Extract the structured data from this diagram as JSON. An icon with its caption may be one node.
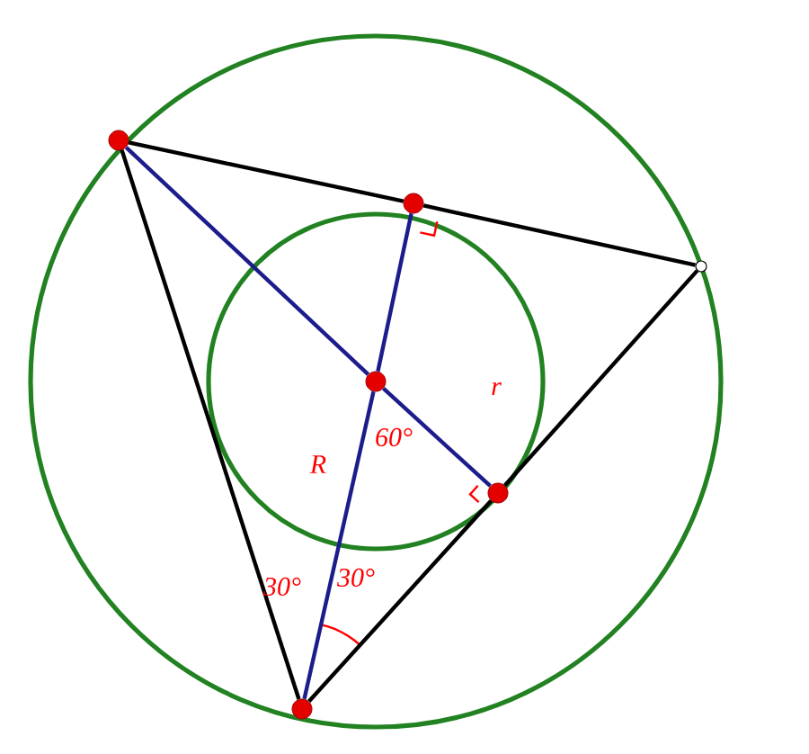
{
  "diagram": {
    "nodes": [
      {
        "text": [],
        "shape": "circle"
      },
      {
        "text": [],
        "shape": "circle"
      },
      {
        "text": [],
        "shape": "circle"
      },
      {
        "text": [],
        "shape": "circle"
      },
      {
        "text": [],
        "shape": "circle"
      },
      {
        "text": [],
        "shape": "circle"
      }
    ],
    "edges": [
      {
        "from": 0,
        "to": 1,
        "arrow": "none"
      },
      {
        "from": 1,
        "to": 2,
        "arrow": "none"
      },
      {
        "from": 2,
        "to": 4,
        "arrow": "none"
      },
      {
        "from": 4,
        "to": 5,
        "arrow": "none"
      },
      {
        "from": 5,
        "to": 0,
        "arrow": "none"
      },
      {
        "from": 0,
        "to": 3,
        "arrow": "none",
        "color": "#1c1c8c"
      },
      {
        "from": 3,
        "to": 4,
        "arrow": "none",
        "color": "#1c1c8c"
      },
      {
        "from": 5,
        "to": 3,
        "arrow": "none",
        "color": "#1c1c8c"
      },
      {
        "from": 3,
        "to": 1,
        "arrow": "none",
        "color": "#1c1c8c"
      }
    ],
    "labels": [
      "r",
      "R",
      "60°",
      "30°",
      "30°"
    ]
  }
}
